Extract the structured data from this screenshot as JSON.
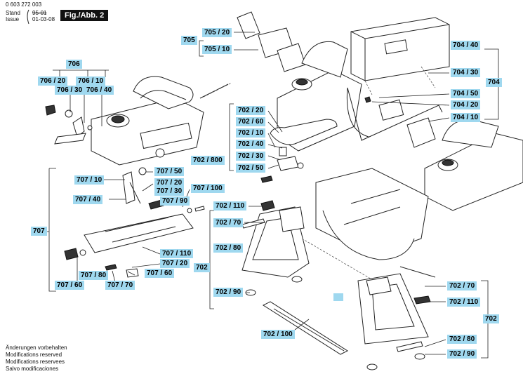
{
  "header": {
    "part_number": "0 603 272 003",
    "stand_label": "Stand",
    "issue_label": "Issue",
    "old_date": "95-01",
    "issue_date": "01-03-08",
    "fig_label": "Fig./Abb. 2"
  },
  "labels": {
    "l705": "705",
    "l705_20": "705 / 20",
    "l705_10": "705 / 10",
    "l706": "706",
    "l706_20": "706 / 20",
    "l706_10": "706 / 10",
    "l706_30": "706 / 30",
    "l706_40": "706 / 40",
    "l704_40": "704 / 40",
    "l704_30": "704 / 30",
    "l704": "704",
    "l704_50": "704 / 50",
    "l704_20": "704 / 20",
    "l704_10": "704 / 10",
    "l702_20": "702 / 20",
    "l702_60": "702 / 60",
    "l702_10": "702 / 10",
    "l702_40": "702 / 40",
    "l702_800": "702 / 800",
    "l702_30": "702 / 30",
    "l702_50": "702 / 50",
    "l707_50": "707 / 50",
    "l707_10": "707 / 10",
    "l707_20": "707 / 20",
    "l707_30": "707 / 30",
    "l707_100": "707 / 100",
    "l707_40": "707 / 40",
    "l707_90": "707 / 90",
    "l702_110a": "702 / 110",
    "l702_70a": "702 / 70",
    "l707": "707",
    "l702_80a": "702 / 80",
    "l707_110": "707 / 110",
    "l707_20b": "707 / 20",
    "l702a": "702",
    "l707_80": "707 / 80",
    "l707_60": "707 / 60",
    "l707_60b": "707 / 60",
    "l707_70": "707 / 70",
    "l702_90a": "702 / 90",
    "l702_70b": "702 / 70",
    "l702_110b": "702 / 110",
    "l702b": "702",
    "l702_100": "702 / 100",
    "l702_80b": "702 / 80",
    "l702_90b": "702 / 90"
  },
  "footer": {
    "line1": "Änderungen vorbehalten",
    "line2": "Modifications reserved",
    "line3": "Modifications reservees",
    "line4": "Salvo modificaciones"
  },
  "colors": {
    "label_bg": "#9fd8ef",
    "fig_bg": "#111111",
    "line": "#222222"
  }
}
